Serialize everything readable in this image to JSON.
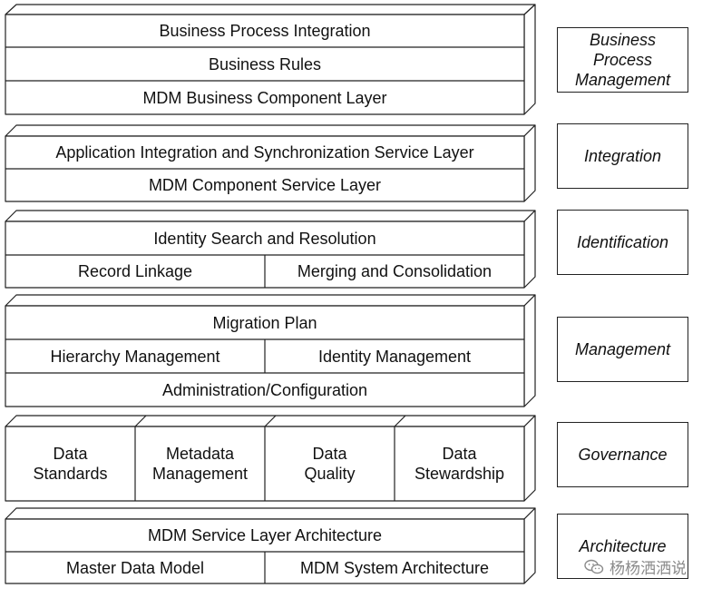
{
  "layers": [
    {
      "side_label": "Business\nProcess\nManagement",
      "rows": [
        {
          "cells": [
            "Business Process Integration"
          ]
        },
        {
          "cells": [
            "Business Rules"
          ]
        },
        {
          "cells": [
            "MDM Business Component Layer"
          ]
        }
      ]
    },
    {
      "side_label": "Integration",
      "rows": [
        {
          "cells": [
            "Application Integration and Synchronization Service Layer"
          ]
        },
        {
          "cells": [
            "MDM Component Service Layer"
          ]
        }
      ]
    },
    {
      "side_label": "Identification",
      "rows": [
        {
          "cells": [
            "Identity Search and Resolution"
          ]
        },
        {
          "cells": [
            "Record Linkage",
            "Merging and Consolidation"
          ]
        }
      ]
    },
    {
      "side_label": "Management",
      "rows": [
        {
          "cells": [
            "Migration Plan"
          ]
        },
        {
          "cells": [
            "Hierarchy Management",
            "Identity Management"
          ]
        },
        {
          "cells": [
            "Administration/Configuration"
          ]
        }
      ]
    },
    {
      "side_label": "Governance",
      "rows": [
        {
          "cells": [
            "Data\nStandards",
            "Metadata\nManagement",
            "Data\nQuality",
            "Data\nStewardship"
          ]
        }
      ]
    },
    {
      "side_label": "Architecture",
      "rows": [
        {
          "cells": [
            "MDM Service Layer Architecture"
          ]
        },
        {
          "cells": [
            "Master Data Model",
            "MDM System Architecture"
          ]
        }
      ]
    }
  ],
  "watermark": {
    "text": "杨杨洒洒说",
    "icon": "wechat-icon"
  },
  "colors": {
    "line": "#222222",
    "top_face": "#ffffff",
    "side_face": "#ffffff"
  }
}
